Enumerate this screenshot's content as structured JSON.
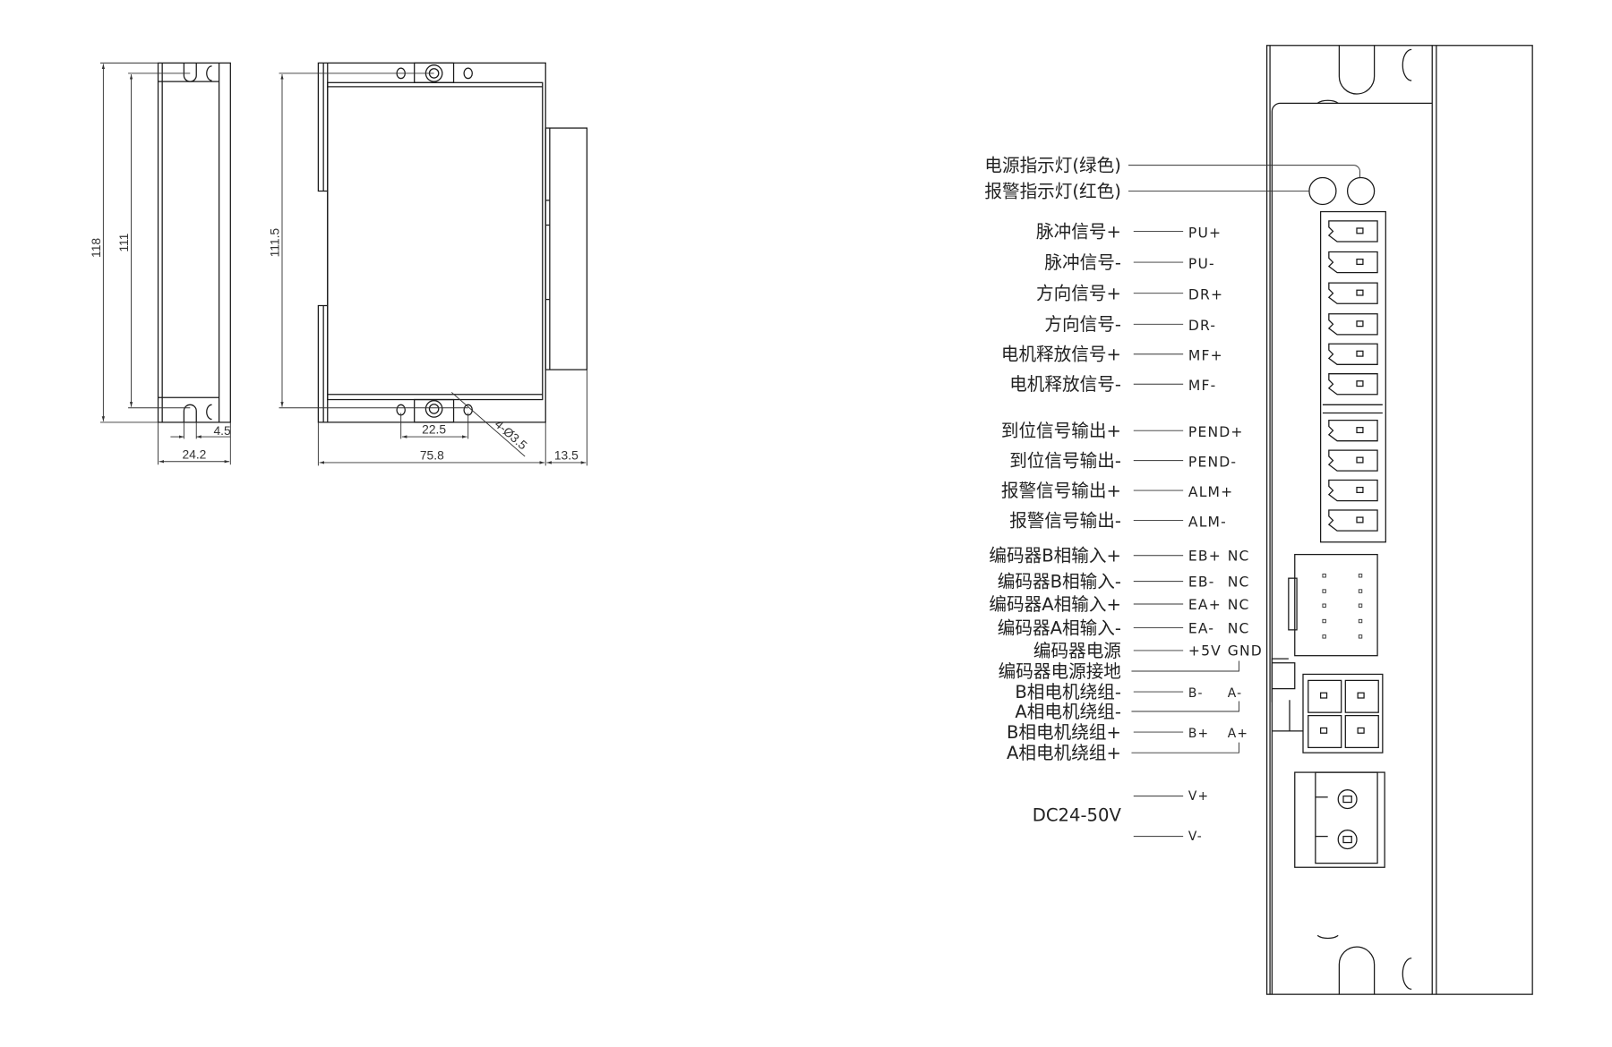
{
  "dimensions": {
    "side_height_total": "118",
    "side_height_mount": "111",
    "side_width": "24.2",
    "slot_width": "4.5",
    "front_height_mount": "111.5",
    "front_width": "75.8",
    "hole_spacing": "22.5",
    "hole_callout": "4-Ø3.5",
    "connector_depth": "13.5"
  },
  "indicators": [
    {
      "label": "电源指示灯(绿色)"
    },
    {
      "label": "报警指示灯(红色)"
    }
  ],
  "signals": [
    {
      "label": "脉冲信号+",
      "code": "PU+"
    },
    {
      "label": "脉冲信号-",
      "code": "PU-"
    },
    {
      "label": "方向信号+",
      "code": "DR+"
    },
    {
      "label": "方向信号-",
      "code": "DR-"
    },
    {
      "label": "电机释放信号+",
      "code": "MF+"
    },
    {
      "label": "电机释放信号-",
      "code": "MF-"
    },
    {
      "label": "到位信号输出+",
      "code": "PEND+"
    },
    {
      "label": "到位信号输出-",
      "code": "PEND-"
    },
    {
      "label": "报警信号输出+",
      "code": "ALM+"
    },
    {
      "label": "报警信号输出-",
      "code": "ALM-"
    }
  ],
  "encoder": [
    {
      "label": "编码器B相输入+",
      "code": "EB+",
      "alt": "NC"
    },
    {
      "label": "编码器B相输入-",
      "code": "EB-",
      "alt": "NC"
    },
    {
      "label": "编码器A相输入+",
      "code": "EA+",
      "alt": "NC"
    },
    {
      "label": "编码器A相输入-",
      "code": "EA-",
      "alt": "NC"
    },
    {
      "label": "编码器电源",
      "code": "+5V",
      "alt": "GND"
    },
    {
      "label": "编码器电源接地",
      "code": "",
      "alt": ""
    },
    {
      "label": "B相电机绕组-",
      "code": "B-",
      "alt": "A-"
    },
    {
      "label": "A相电机绕组-",
      "code": "",
      "alt": ""
    },
    {
      "label": "B相电机绕组+",
      "code": "B+",
      "alt": "A+"
    },
    {
      "label": "A相电机绕组+",
      "code": "",
      "alt": ""
    }
  ],
  "power": {
    "label": "DC24-50V",
    "plus": "V+",
    "minus": "V-"
  }
}
